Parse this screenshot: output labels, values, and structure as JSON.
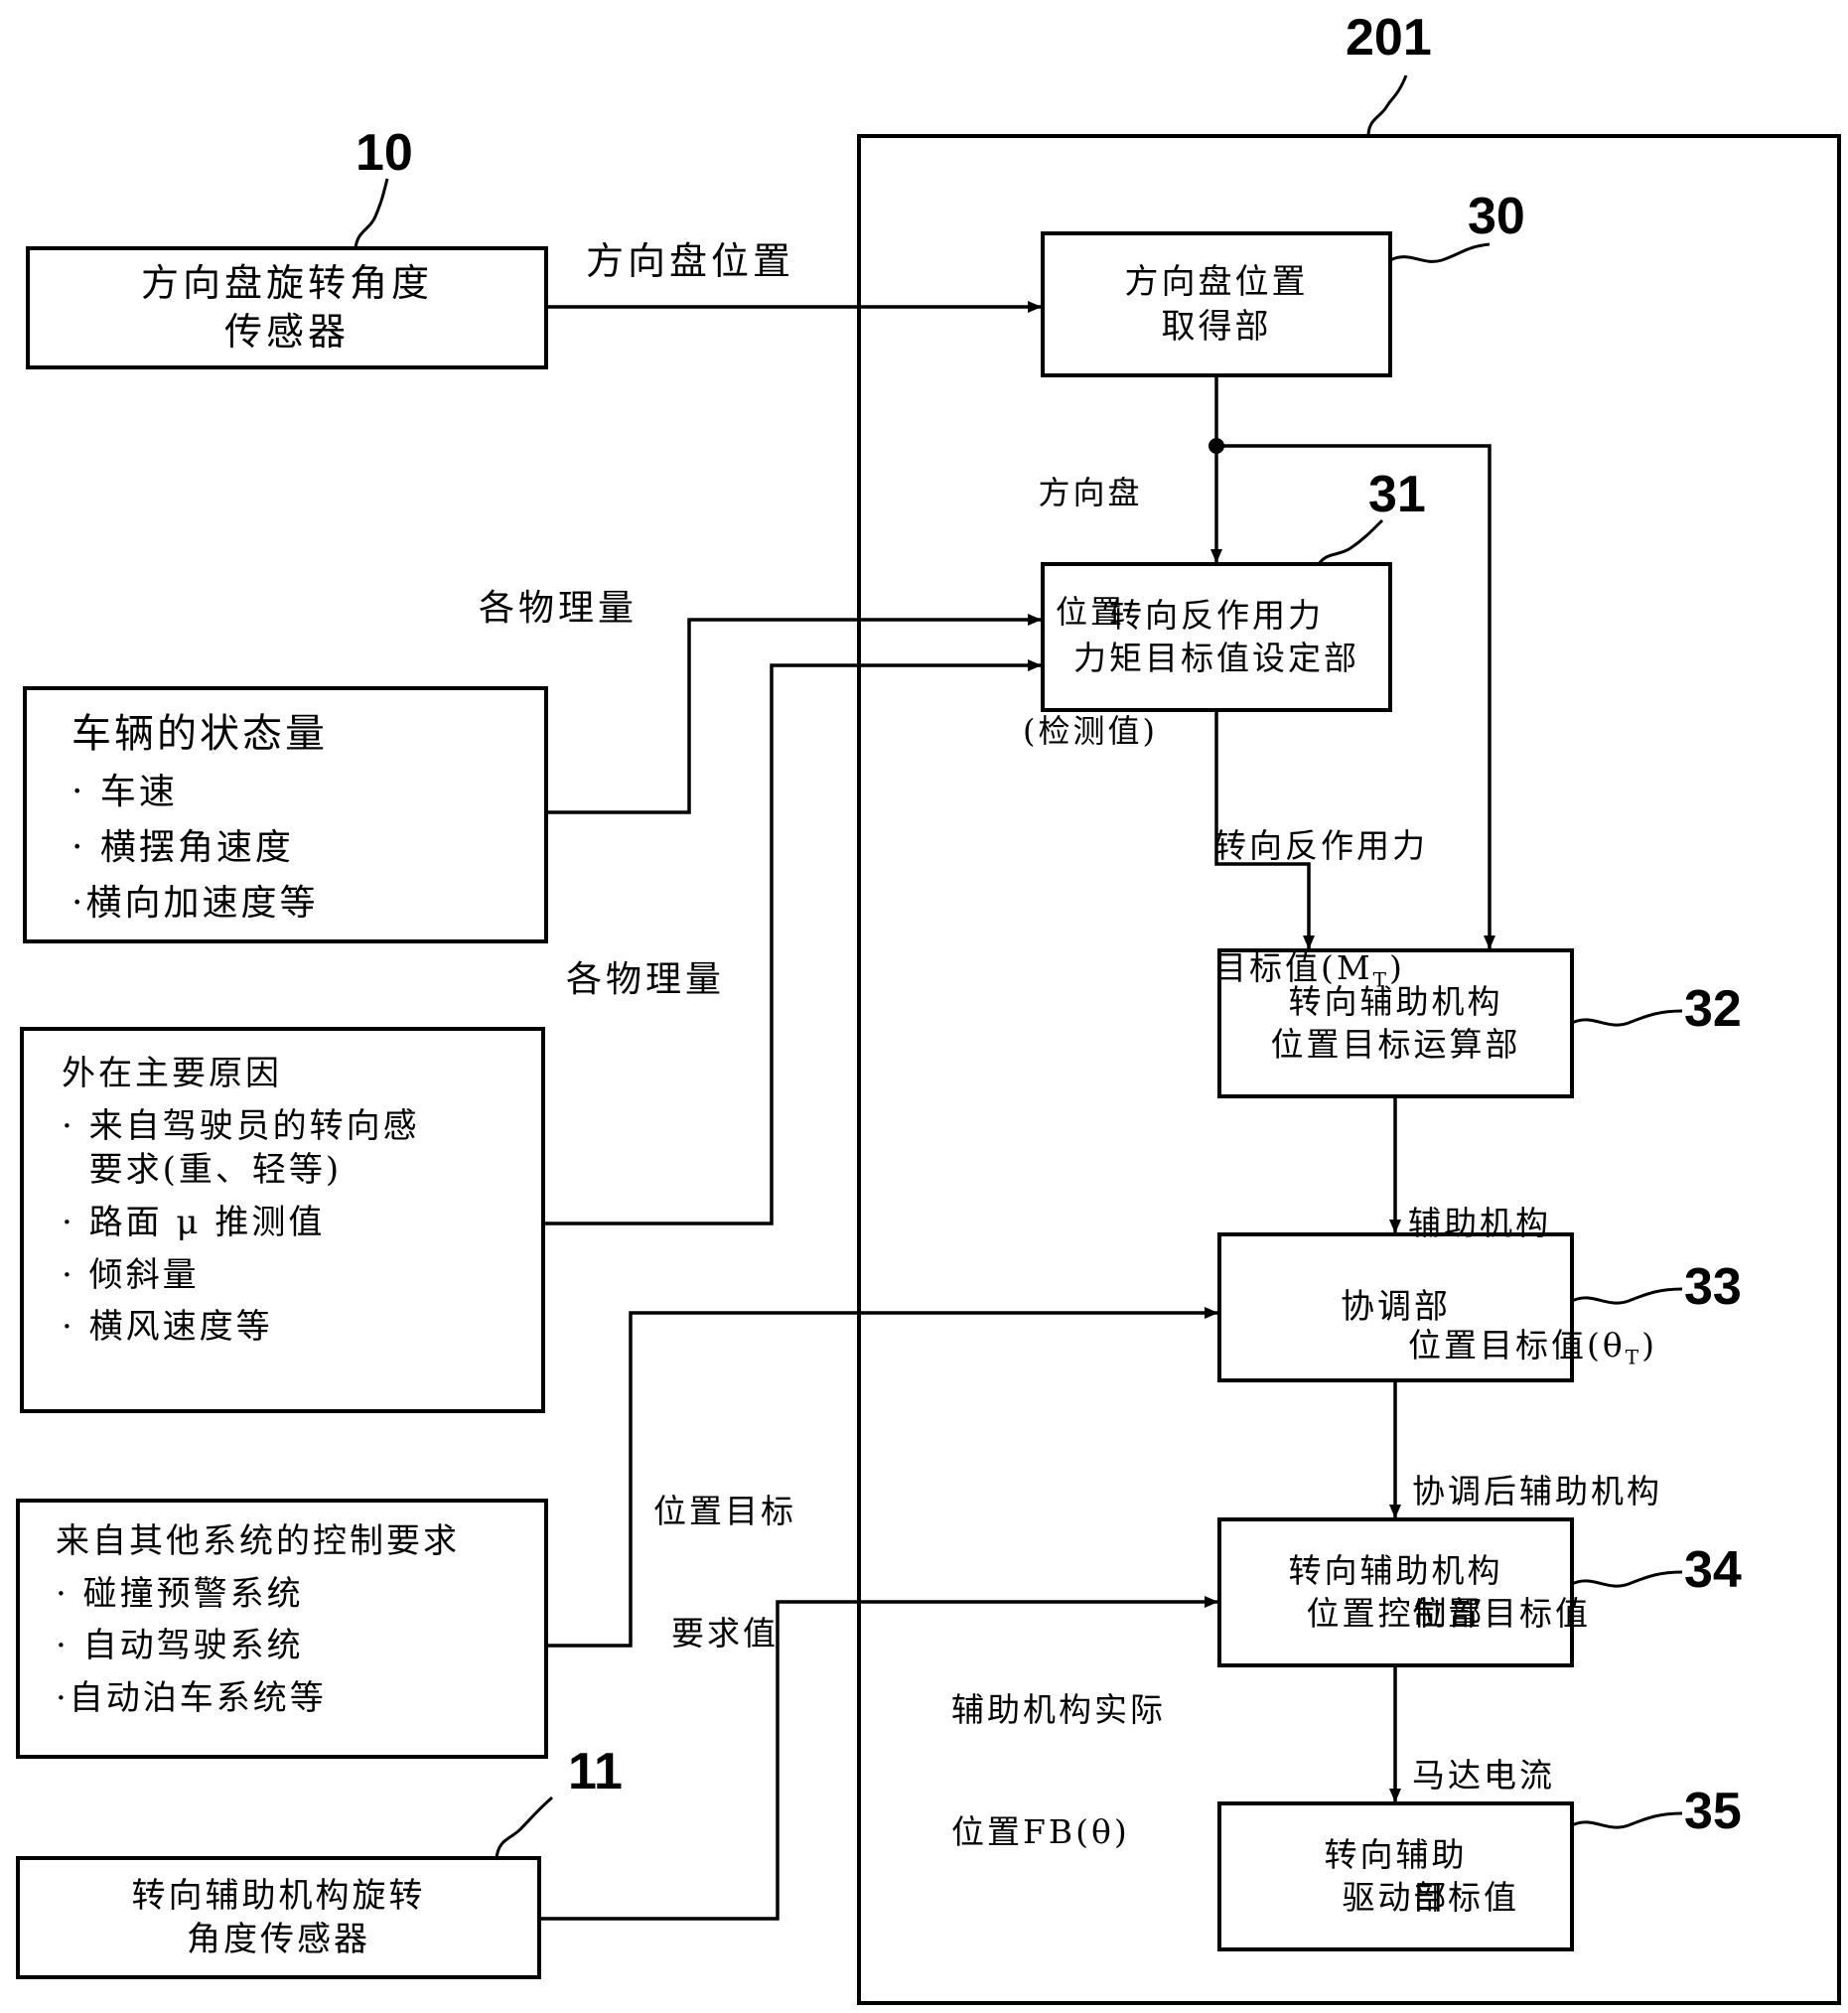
{
  "refs": {
    "r201": "201",
    "r10": "10",
    "r11": "11",
    "r30": "30",
    "r31": "31",
    "r32": "32",
    "r33": "33",
    "r34": "34",
    "r35": "35"
  },
  "inputs": {
    "wheel_sensor": {
      "line1": "方向盘旋转角度",
      "line2": "传感器"
    },
    "vehicle_state": {
      "title": "车辆的状态量",
      "items": [
        "· 车速",
        "· 横摆角速度",
        "·横向加速度等"
      ]
    },
    "external": {
      "title": "外在主要原因",
      "items": [
        "· 来自驾驶员的转向感",
        "  要求(重、轻等)",
        "· 路面 μ 推测值",
        "· 倾斜量",
        "· 横风速度等"
      ]
    },
    "other_systems": {
      "title": "来自其他系统的控制要求",
      "items": [
        "· 碰撞预警系统",
        "· 自动驾驶系统",
        "·自动泊车系统等"
      ]
    },
    "assist_sensor": {
      "line1": "转向辅助机构旋转",
      "line2": "角度传感器"
    }
  },
  "blocks": {
    "b30": {
      "line1": "方向盘位置",
      "line2": "取得部"
    },
    "b31": {
      "line1": "转向反作用力",
      "line2": "力矩目标值设定部"
    },
    "b32": {
      "line1": "转向辅助机构",
      "line2": "位置目标运算部"
    },
    "b33": {
      "line1": "协调部"
    },
    "b34": {
      "line1": "转向辅助机构",
      "line2": "位置控制部"
    },
    "b35": {
      "line1": "转向辅助",
      "line2": "驱动部"
    }
  },
  "signals": {
    "wheel_pos": "方向盘位置",
    "detected": {
      "line1": "方向盘",
      "line2": "位置",
      "line3": "(检测值)"
    },
    "physical_1": "各物理量",
    "physical_2": "各物理量",
    "torque_target": {
      "line1": "转向反作用力",
      "line2": "目标值(M",
      "sub": "T",
      "line2_end": ")"
    },
    "assist_target": {
      "line1": "辅助机构",
      "line2": "位置目标值(θ",
      "sub": "T",
      "line2_end": ")"
    },
    "coordinated": {
      "line1": "协调后辅助机构",
      "line2": "位置目标值"
    },
    "pos_request": {
      "line1": "位置目标",
      "line2": "要求值"
    },
    "feedback": {
      "line1": "辅助机构实际",
      "line2": "位置FB(θ)"
    },
    "motor_current": {
      "line1": "马达电流",
      "line2": "目标值"
    }
  }
}
